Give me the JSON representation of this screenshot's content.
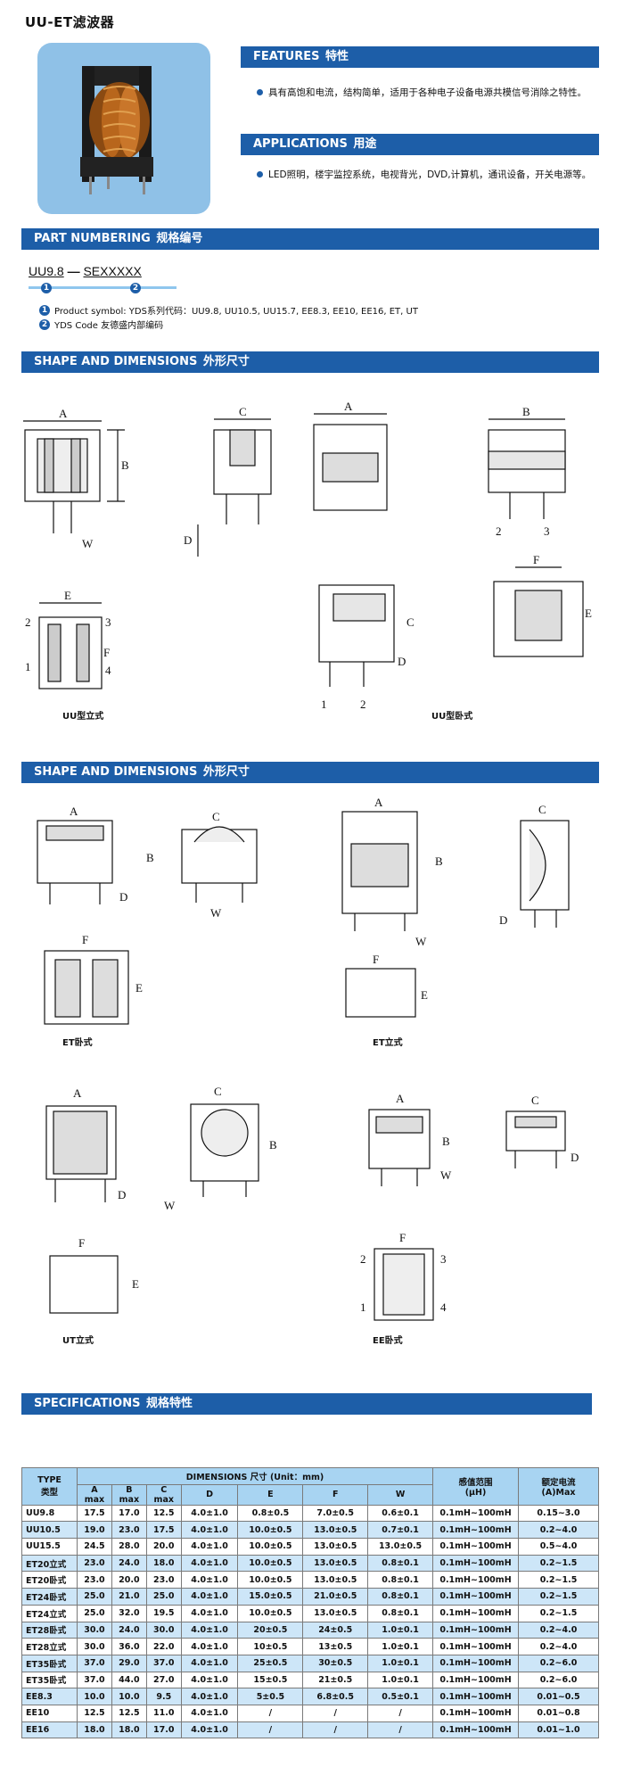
{
  "page_title": "UU-ET滤波器",
  "features": {
    "heading": "FEATURES",
    "heading_cn": "特性",
    "text": "具有高饱和电流，结构简单，适用于各种电子设备电源共模信号消除之特性。"
  },
  "applications": {
    "heading": "APPLICATIONS",
    "heading_cn": "用途",
    "text": "LED照明，楼宇监控系统，电视背光，DVD,计算机，通讯设备，开关电源等。"
  },
  "part_numbering": {
    "heading": "PART NUMBERING",
    "heading_cn": "规格编号",
    "code_part1": "UU9.8",
    "dash": "—",
    "code_part2": "SEXXXXX",
    "n1": "1",
    "n2": "2",
    "note1": "Product symbol: YDS系列代码：UU9.8, UU10.5, UU15.7, EE8.3, EE10, EE16, ET, UT",
    "note2": "YDS Code 友德盛内部编码"
  },
  "shape1": {
    "heading": "SHAPE AND DIMENSIONS",
    "heading_cn": "外形尺寸",
    "caption_left": "UU型立式",
    "caption_right": "UU型卧式"
  },
  "shape2": {
    "heading": "SHAPE AND DIMENSIONS",
    "heading_cn": "外形尺寸",
    "caption_et_h": "ET卧式",
    "caption_et_v": "ET立式",
    "caption_ut": "UT立式",
    "caption_ee": "EE卧式"
  },
  "dim_labels": {
    "A": "A",
    "B": "B",
    "C": "C",
    "D": "D",
    "E": "E",
    "F": "F",
    "W": "W",
    "p1": "1",
    "p2": "2",
    "p3": "3",
    "p4": "4"
  },
  "specifications": {
    "heading": "SPECIFICATIONS",
    "heading_cn": "规格特性",
    "col_type": "TYPE",
    "col_type_cn": "类型",
    "dimensions_header": "DIMENSIONS 尺寸 (Unit：mm)",
    "inductance_header": "感值范围",
    "inductance_unit": "(μH)",
    "current_header": "额定电流",
    "current_unit": "(A)Max",
    "sub_a": "A",
    "sub_b": "B",
    "sub_c": "C",
    "sub_max": "max",
    "sub_d": "D",
    "sub_e": "E",
    "sub_f": "F",
    "sub_w": "W",
    "rows": [
      [
        "UU9.8",
        "17.5",
        "17.0",
        "12.5",
        "4.0±1.0",
        "0.8±0.5",
        "7.0±0.5",
        "0.6±0.1",
        "0.1mH~100mH",
        "0.15~3.0"
      ],
      [
        "UU10.5",
        "19.0",
        "23.0",
        "17.5",
        "4.0±1.0",
        "10.0±0.5",
        "13.0±0.5",
        "0.7±0.1",
        "0.1mH~100mH",
        "0.2~4.0"
      ],
      [
        "UU15.5",
        "24.5",
        "28.0",
        "20.0",
        "4.0±1.0",
        "10.0±0.5",
        "13.0±0.5",
        "13.0±0.5",
        "0.1mH~100mH",
        "0.5~4.0"
      ],
      [
        "ET20立式",
        "23.0",
        "24.0",
        "18.0",
        "4.0±1.0",
        "10.0±0.5",
        "13.0±0.5",
        "0.8±0.1",
        "0.1mH~100mH",
        "0.2~1.5"
      ],
      [
        "ET20卧式",
        "23.0",
        "20.0",
        "23.0",
        "4.0±1.0",
        "10.0±0.5",
        "13.0±0.5",
        "0.8±0.1",
        "0.1mH~100mH",
        "0.2~1.5"
      ],
      [
        "ET24卧式",
        "25.0",
        "21.0",
        "25.0",
        "4.0±1.0",
        "15.0±0.5",
        "21.0±0.5",
        "0.8±0.1",
        "0.1mH~100mH",
        "0.2~1.5"
      ],
      [
        "ET24立式",
        "25.0",
        "32.0",
        "19.5",
        "4.0±1.0",
        "10.0±0.5",
        "13.0±0.5",
        "0.8±0.1",
        "0.1mH~100mH",
        "0.2~1.5"
      ],
      [
        "ET28卧式",
        "30.0",
        "24.0",
        "30.0",
        "4.0±1.0",
        "20±0.5",
        "24±0.5",
        "1.0±0.1",
        "0.1mH~100mH",
        "0.2~4.0"
      ],
      [
        "ET28立式",
        "30.0",
        "36.0",
        "22.0",
        "4.0±1.0",
        "10±0.5",
        "13±0.5",
        "1.0±0.1",
        "0.1mH~100mH",
        "0.2~4.0"
      ],
      [
        "ET35卧式",
        "37.0",
        "29.0",
        "37.0",
        "4.0±1.0",
        "25±0.5",
        "30±0.5",
        "1.0±0.1",
        "0.1mH~100mH",
        "0.2~6.0"
      ],
      [
        "ET35卧式",
        "37.0",
        "44.0",
        "27.0",
        "4.0±1.0",
        "15±0.5",
        "21±0.5",
        "1.0±0.1",
        "0.1mH~100mH",
        "0.2~6.0"
      ],
      [
        "EE8.3",
        "10.0",
        "10.0",
        "9.5",
        "4.0±1.0",
        "5±0.5",
        "6.8±0.5",
        "0.5±0.1",
        "0.1mH~100mH",
        "0.01~0.5"
      ],
      [
        "EE10",
        "12.5",
        "12.5",
        "11.0",
        "4.0±1.0",
        "/",
        "/",
        "/",
        "0.1mH~100mH",
        "0.01~0.8"
      ],
      [
        "EE16",
        "18.0",
        "18.0",
        "17.0",
        "4.0±1.0",
        "/",
        "/",
        "/",
        "0.1mH~100mH",
        "0.01~1.0"
      ]
    ]
  }
}
